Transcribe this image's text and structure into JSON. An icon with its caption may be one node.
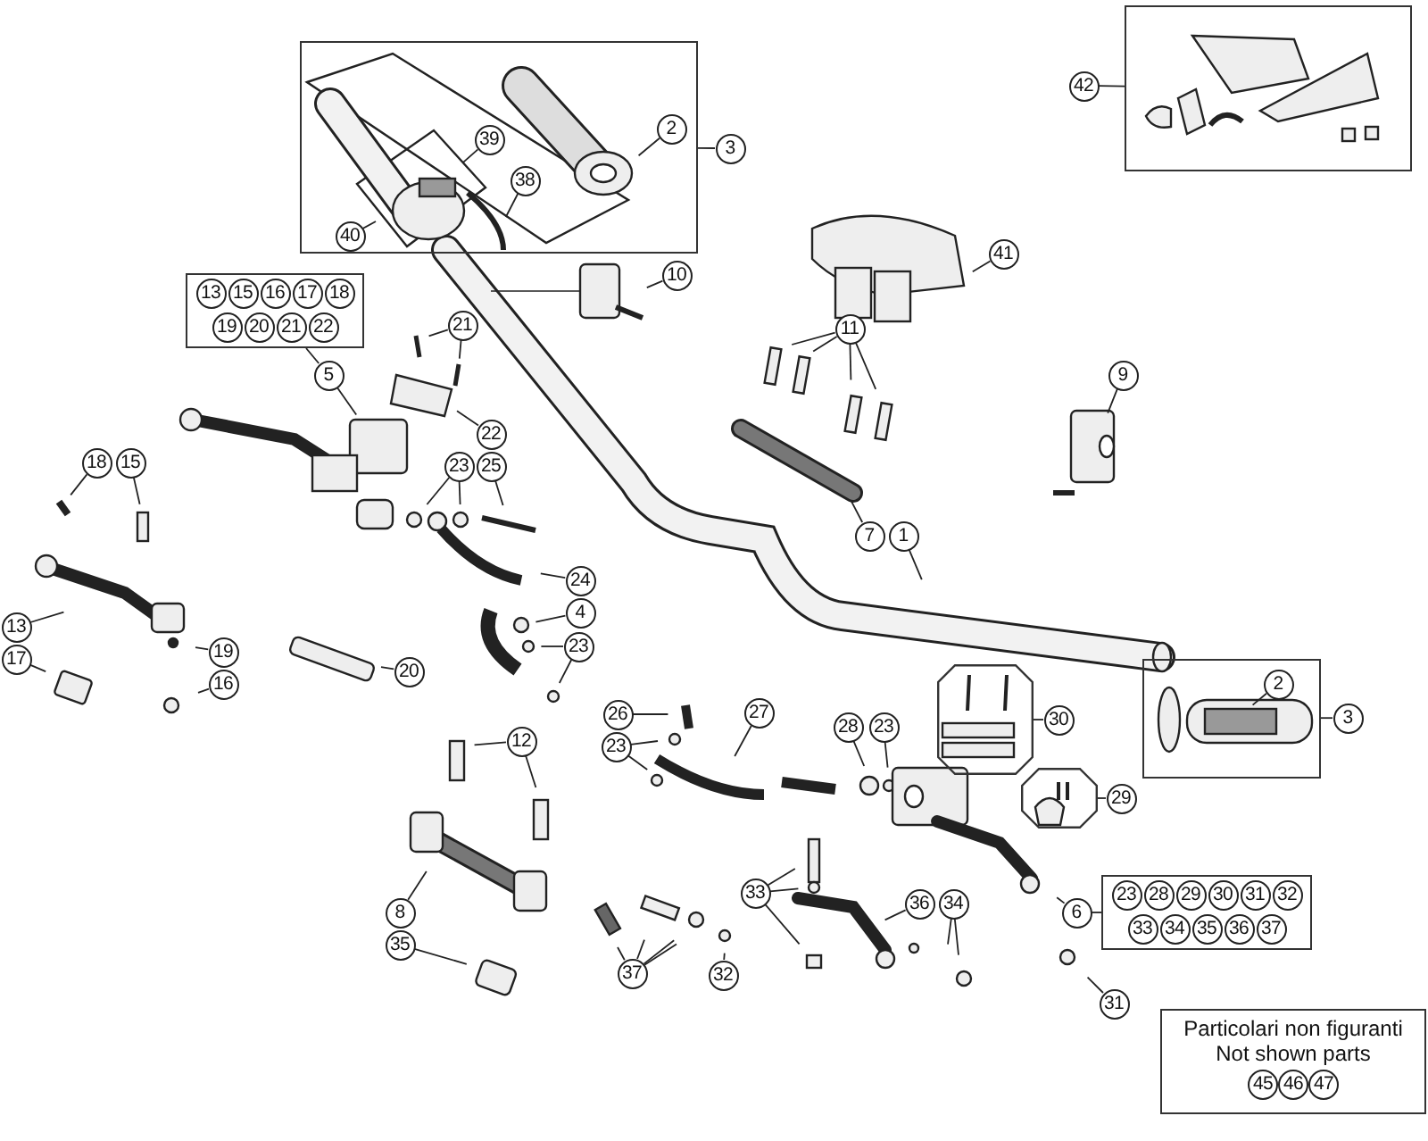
{
  "diagram": {
    "nodes": [
      {
        "text": [],
        "shape": "box"
      },
      {
        "text": [
          "39"
        ],
        "in": 0
      },
      {
        "text": [
          "2"
        ],
        "in": 0
      },
      {
        "text": [
          "38"
        ],
        "in": 0
      },
      {
        "text": [
          "40"
        ],
        "in": 0
      },
      {
        "text": [
          "3"
        ]
      },
      {
        "text": [],
        "shape": "box"
      },
      {
        "text": [
          "42"
        ]
      },
      {
        "text": [
          "41"
        ]
      },
      {
        "text": [
          "10"
        ]
      },
      {
        "text": [],
        "shape": "box"
      },
      {
        "text": [
          "13"
        ],
        "in": 10
      },
      {
        "text": [
          "15"
        ],
        "in": 10
      },
      {
        "text": [
          "16"
        ],
        "in": 10
      },
      {
        "text": [
          "17"
        ],
        "in": 10
      },
      {
        "text": [
          "18"
        ],
        "in": 10
      },
      {
        "text": [
          "19"
        ],
        "in": 10
      },
      {
        "text": [
          "20"
        ],
        "in": 10
      },
      {
        "text": [
          "21"
        ],
        "in": 10
      },
      {
        "text": [
          "22"
        ],
        "in": 10
      },
      {
        "text": [
          "5"
        ]
      },
      {
        "text": [
          "21"
        ]
      },
      {
        "text": [
          "11"
        ]
      },
      {
        "text": [
          "9"
        ]
      },
      {
        "text": [
          "22"
        ]
      },
      {
        "text": [
          "23"
        ]
      },
      {
        "text": [
          "25"
        ]
      },
      {
        "text": [
          "18"
        ]
      },
      {
        "text": [
          "15"
        ]
      },
      {
        "text": [
          "7"
        ]
      },
      {
        "text": [
          "1"
        ]
      },
      {
        "text": [
          "24"
        ]
      },
      {
        "text": [
          "13"
        ]
      },
      {
        "text": [
          "4"
        ]
      },
      {
        "text": [
          "17"
        ]
      },
      {
        "text": [
          "19"
        ]
      },
      {
        "text": [
          "23"
        ]
      },
      {
        "text": [
          "20"
        ]
      },
      {
        "text": [
          "16"
        ]
      },
      {
        "text": [],
        "shape": "octagon"
      },
      {
        "text": [
          "30"
        ]
      },
      {
        "text": [],
        "shape": "box"
      },
      {
        "text": [
          "2"
        ],
        "in": 41
      },
      {
        "text": [
          "3"
        ]
      },
      {
        "text": [
          "26"
        ]
      },
      {
        "text": [
          "27"
        ]
      },
      {
        "text": [
          "28"
        ]
      },
      {
        "text": [
          "23"
        ]
      },
      {
        "text": [
          "12"
        ]
      },
      {
        "text": [
          "23"
        ]
      },
      {
        "text": [],
        "shape": "octagon"
      },
      {
        "text": [
          "29"
        ]
      },
      {
        "text": [
          "8"
        ]
      },
      {
        "text": [
          "33"
        ]
      },
      {
        "text": [
          "36"
        ]
      },
      {
        "text": [
          "34"
        ]
      },
      {
        "text": [
          "6"
        ]
      },
      {
        "text": [],
        "shape": "box"
      },
      {
        "text": [
          "23"
        ],
        "in": 57
      },
      {
        "text": [
          "28"
        ],
        "in": 57
      },
      {
        "text": [
          "29"
        ],
        "in": 57
      },
      {
        "text": [
          "30"
        ],
        "in": 57
      },
      {
        "text": [
          "31"
        ],
        "in": 57
      },
      {
        "text": [
          "32"
        ],
        "in": 57
      },
      {
        "text": [
          "33"
        ],
        "in": 57
      },
      {
        "text": [
          "34"
        ],
        "in": 57
      },
      {
        "text": [
          "35"
        ],
        "in": 57
      },
      {
        "text": [
          "36"
        ],
        "in": 57
      },
      {
        "text": [
          "37"
        ],
        "in": 57
      },
      {
        "text": [
          "35"
        ]
      },
      {
        "text": [
          "37"
        ]
      },
      {
        "text": [
          "32"
        ]
      },
      {
        "text": [
          "31"
        ]
      },
      {
        "text": [
          "Particolari non figuranti",
          "Not shown parts"
        ]
      },
      {
        "text": [
          "45"
        ],
        "in": 73
      },
      {
        "text": [
          "46"
        ],
        "in": 73
      },
      {
        "text": [
          "47"
        ],
        "in": 73
      }
    ],
    "edges": [
      {
        "from": 5,
        "to": 0,
        "arrow": "none"
      },
      {
        "from": 1,
        "to": null,
        "arrow": "none"
      },
      {
        "from": 2,
        "to": null,
        "arrow": "none"
      },
      {
        "from": 3,
        "to": null,
        "arrow": "none"
      },
      {
        "from": 4,
        "to": null,
        "arrow": "none"
      },
      {
        "from": 7,
        "to": 6,
        "arrow": "none"
      },
      {
        "from": 8,
        "to": null,
        "arrow": "none"
      },
      {
        "from": 9,
        "to": null,
        "arrow": "none"
      },
      {
        "from": 10,
        "to": 20,
        "arrow": "none"
      },
      {
        "from": 20,
        "to": null,
        "arrow": "none"
      },
      {
        "from": 21,
        "to": null,
        "arrow": "none"
      },
      {
        "from": 21,
        "to": null,
        "arrow": "none"
      },
      {
        "from": 22,
        "to": null,
        "arrow": "none"
      },
      {
        "from": 22,
        "to": null,
        "arrow": "none"
      },
      {
        "from": 22,
        "to": null,
        "arrow": "none"
      },
      {
        "from": 22,
        "to": null,
        "arrow": "none"
      },
      {
        "from": 23,
        "to": null,
        "arrow": "none"
      },
      {
        "from": 24,
        "to": null,
        "arrow": "none"
      },
      {
        "from": 25,
        "to": null,
        "arrow": "none"
      },
      {
        "from": 25,
        "to": null,
        "arrow": "none"
      },
      {
        "from": 26,
        "to": null,
        "arrow": "none"
      },
      {
        "from": 27,
        "to": null,
        "arrow": "none"
      },
      {
        "from": 28,
        "to": null,
        "arrow": "none"
      },
      {
        "from": 29,
        "to": null,
        "arrow": "none"
      },
      {
        "from": 30,
        "to": null,
        "arrow": "none"
      },
      {
        "from": 31,
        "to": null,
        "arrow": "none"
      },
      {
        "from": 32,
        "to": null,
        "arrow": "none"
      },
      {
        "from": 33,
        "to": null,
        "arrow": "none"
      },
      {
        "from": 34,
        "to": null,
        "arrow": "none"
      },
      {
        "from": 35,
        "to": null,
        "arrow": "none"
      },
      {
        "from": 36,
        "to": null,
        "arrow": "none"
      },
      {
        "from": 36,
        "to": null,
        "arrow": "none"
      },
      {
        "from": 37,
        "to": null,
        "arrow": "none"
      },
      {
        "from": 38,
        "to": null,
        "arrow": "none"
      },
      {
        "from": 40,
        "to": 39,
        "arrow": "none"
      },
      {
        "from": 43,
        "to": 41,
        "arrow": "none"
      },
      {
        "from": 42,
        "to": null,
        "arrow": "none"
      },
      {
        "from": 44,
        "to": null,
        "arrow": "none"
      },
      {
        "from": 45,
        "to": null,
        "arrow": "none"
      },
      {
        "from": 46,
        "to": null,
        "arrow": "none"
      },
      {
        "from": 47,
        "to": null,
        "arrow": "none"
      },
      {
        "from": 48,
        "to": null,
        "arrow": "none"
      },
      {
        "from": 48,
        "to": null,
        "arrow": "none"
      },
      {
        "from": 49,
        "to": null,
        "arrow": "none"
      },
      {
        "from": 49,
        "to": null,
        "arrow": "none"
      },
      {
        "from": 51,
        "to": 50,
        "arrow": "none"
      },
      {
        "from": 52,
        "to": null,
        "arrow": "none"
      },
      {
        "from": 53,
        "to": null,
        "arrow": "none"
      },
      {
        "from": 53,
        "to": null,
        "arrow": "none"
      },
      {
        "from": 53,
        "to": null,
        "arrow": "none"
      },
      {
        "from": 54,
        "to": null,
        "arrow": "none"
      },
      {
        "from": 55,
        "to": null,
        "arrow": "none"
      },
      {
        "from": 55,
        "to": null,
        "arrow": "none"
      },
      {
        "from": 56,
        "to": null,
        "arrow": "none"
      },
      {
        "from": 56,
        "to": 57,
        "arrow": "none"
      },
      {
        "from": 69,
        "to": null,
        "arrow": "none"
      },
      {
        "from": 70,
        "to": null,
        "arrow": "none"
      },
      {
        "from": 70,
        "to": null,
        "arrow": "none"
      },
      {
        "from": 70,
        "to": null,
        "arrow": "none"
      },
      {
        "from": 70,
        "to": null,
        "arrow": "none"
      },
      {
        "from": 71,
        "to": null,
        "arrow": "none"
      },
      {
        "from": 72,
        "to": null,
        "arrow": "none"
      }
    ]
  }
}
